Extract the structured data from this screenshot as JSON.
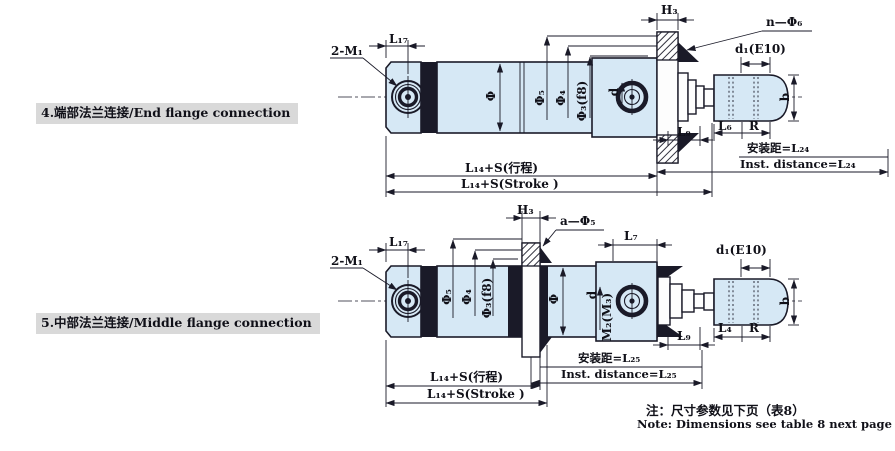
{
  "sections": {
    "end": "4.端部法兰连接/End flange connection",
    "middle": "5.中部法兰连接/Middle flange connection"
  },
  "end_flange": {
    "port_thread": "2-M₁",
    "L17": "L₁₇",
    "H3": "H₃",
    "holes": "n—Φ₆",
    "rod_fit": "d₁(E10)",
    "bore": "Φ",
    "phi5": "Φ₅",
    "phi4": "Φ₄",
    "phi3": "Φ₃(f8)",
    "d": "d",
    "L9": "L₉",
    "L6": "L₆",
    "R": "R",
    "b": "b",
    "install_cn": "安装距=L₂₄",
    "install_en": "Inst. distance=L₂₄",
    "stroke_cn": "L₁₄+S(行程)",
    "stroke_en": "L₁₄+S(Stroke )"
  },
  "middle_flange": {
    "port_thread": "2-M₁",
    "L17": "L₁₇",
    "H3": "H₃",
    "holes": "a—Φ₅",
    "L7": "L₇",
    "rod_fit": "d₁(E10)",
    "phi5": "Φ₅",
    "phi4": "Φ₄",
    "phi3": "Φ₃(f8)",
    "bore": "Φ",
    "d": "d",
    "port_thread2": "M₂(M₃)",
    "L9": "L₉",
    "L4": "L₄",
    "R": "R",
    "b": "b",
    "install_cn": "安装距=L₂₅",
    "install_en": "Inst. distance=L₂₅",
    "stroke_cn": "L₁₄+S(行程)",
    "stroke_en": "L₁₄+S(Stroke )"
  },
  "note": {
    "cn": "注：尺寸参数见下页（表8）",
    "en": "Note: Dimensions see table 8 next page"
  },
  "colors": {
    "body_fill": "#d6e8f5",
    "line_color": "#1a1a28",
    "label_bg": "#d9d9d9"
  }
}
